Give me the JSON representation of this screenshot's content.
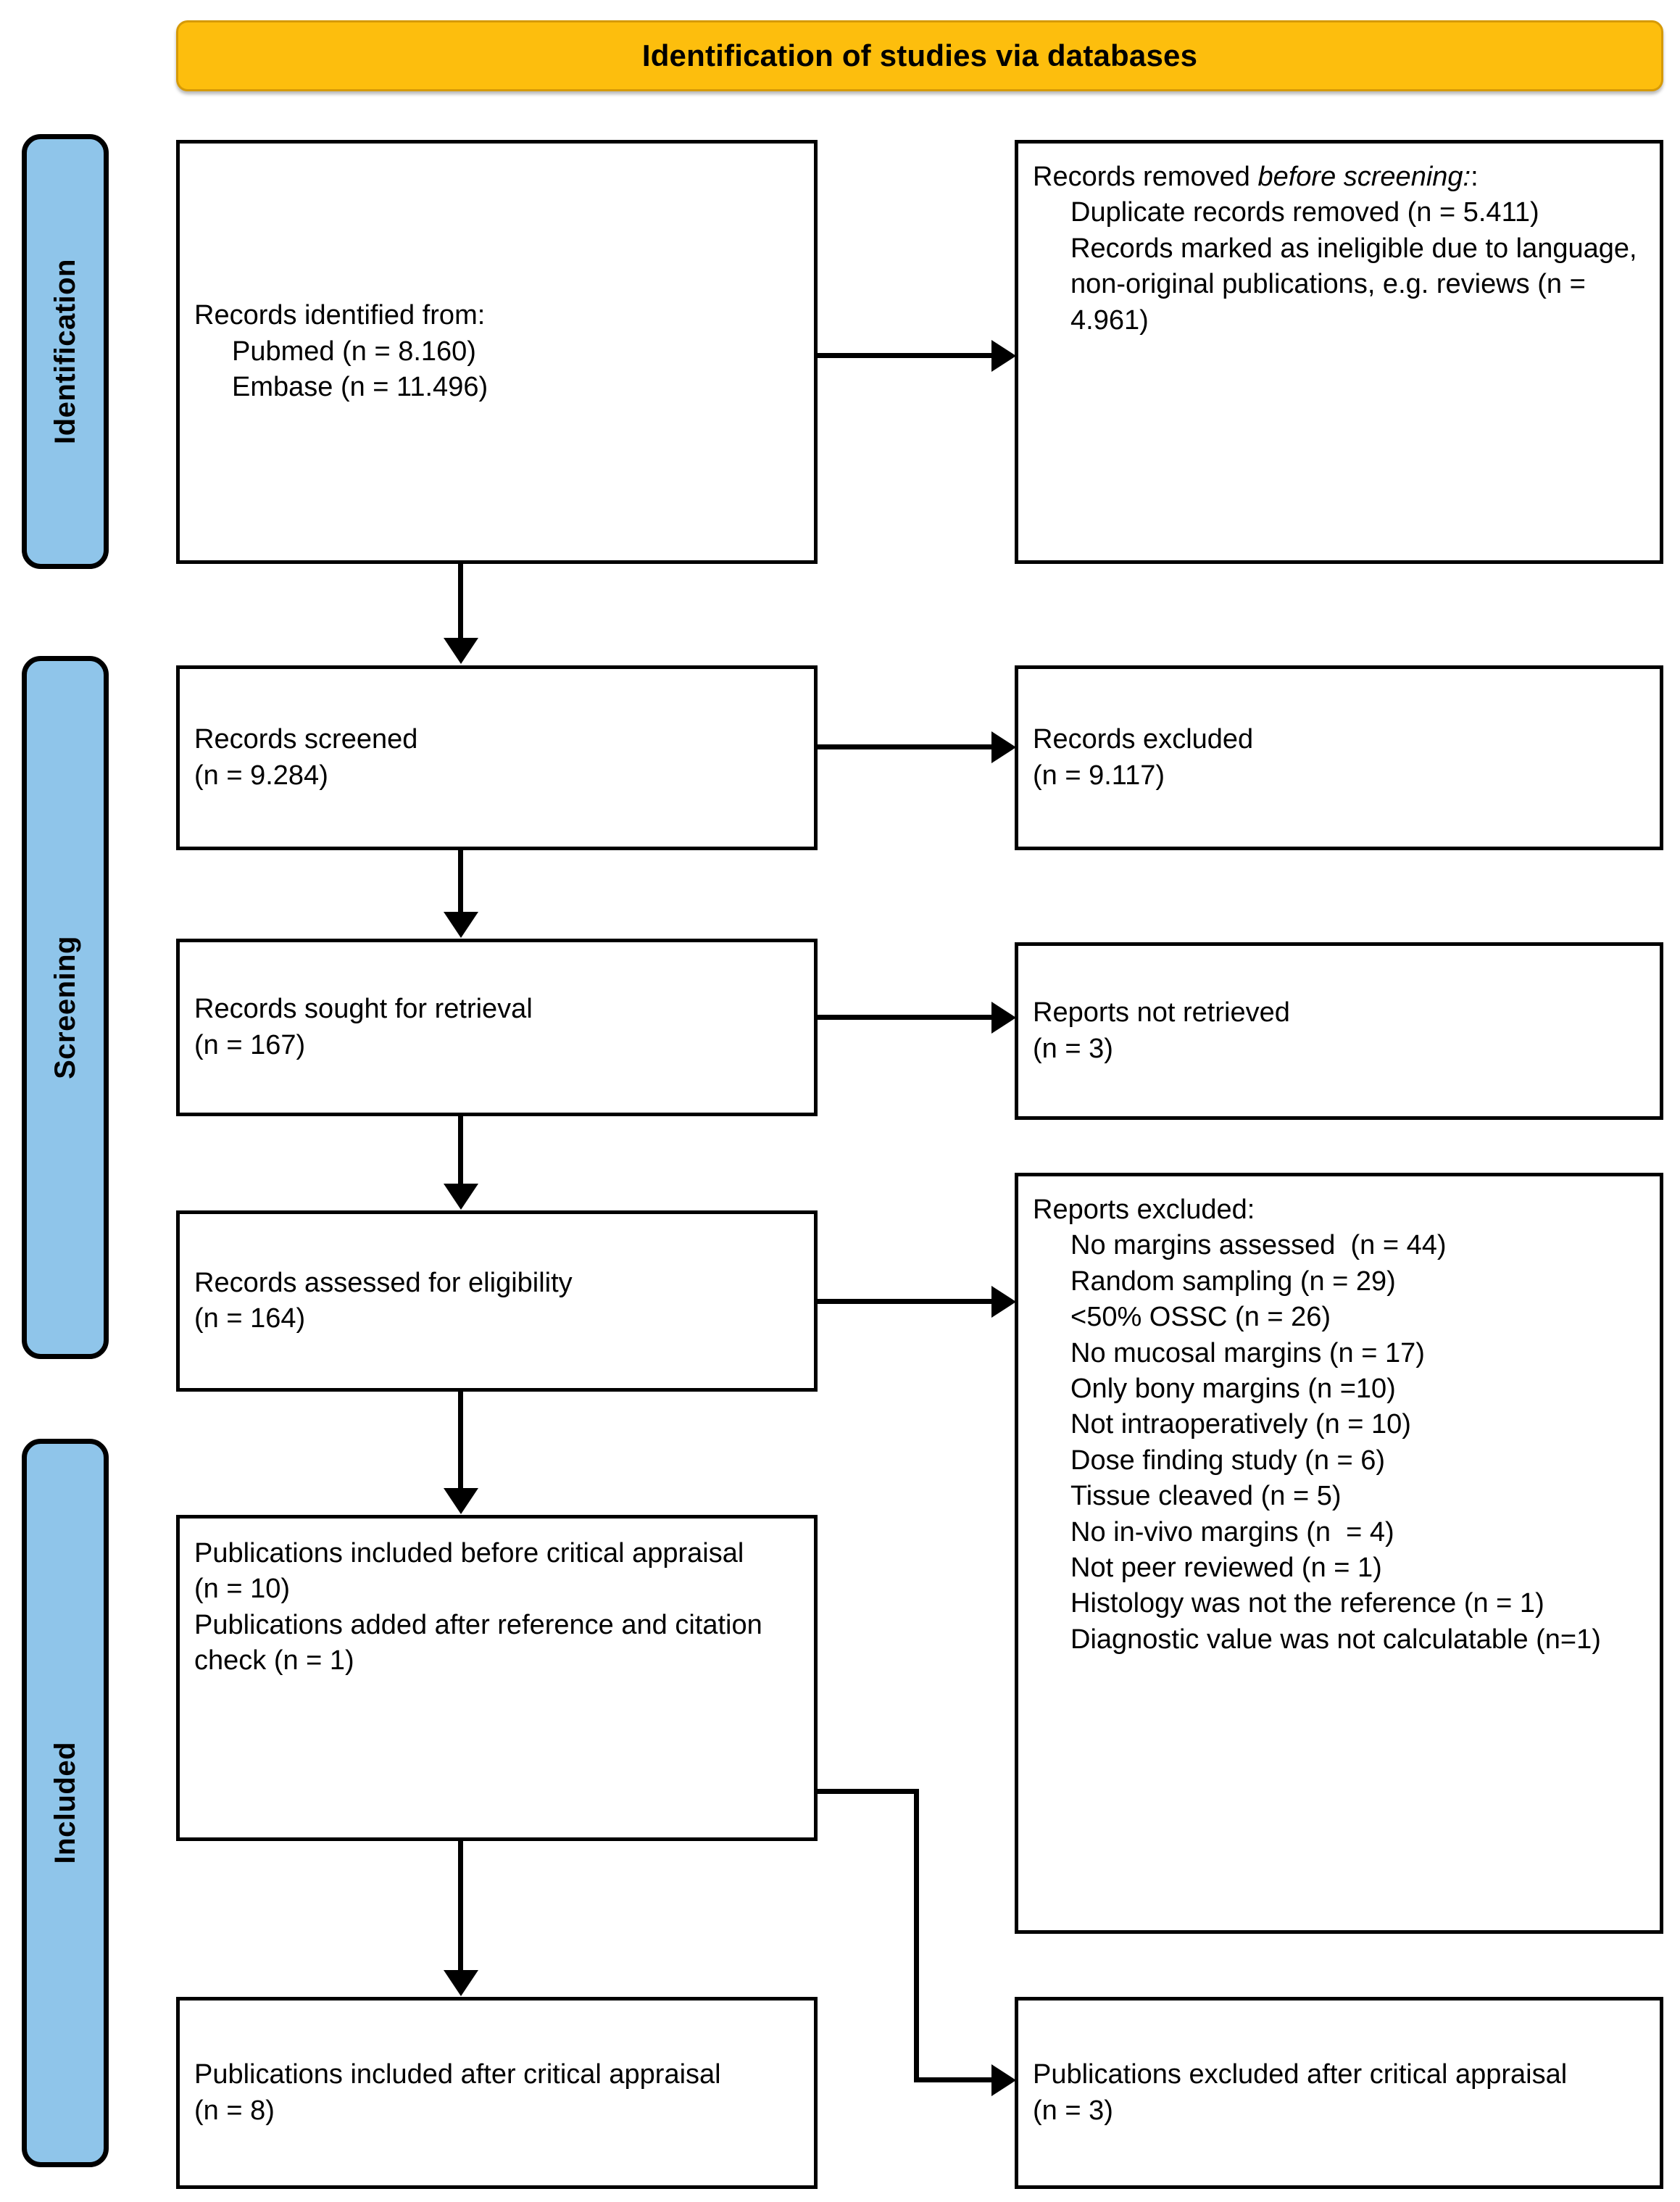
{
  "banner": {
    "title": "Identification of studies via databases"
  },
  "stages": [
    {
      "label": "Identification"
    },
    {
      "label": "Screening"
    },
    {
      "label": "Included"
    }
  ],
  "boxes": {
    "records_identified": {
      "line1": "Records identified from:",
      "line2": "Pubmed (n = 8.160)",
      "line3": "Embase (n = 11.496)"
    },
    "records_removed": {
      "head_plain": "Records removed ",
      "head_italic": "before screening:",
      "head_tail": ":",
      "items": [
        "Duplicate records removed (n = 5.411)",
        "Records marked as ineligible due to language, non-original publications, e.g. reviews (n = 4.961)"
      ]
    },
    "records_screened": {
      "line1": "Records screened",
      "line2": "(n = 9.284)"
    },
    "records_excluded": {
      "line1": "Records excluded",
      "line2": "(n = 9.117)"
    },
    "records_sought": {
      "line1": "Records sought for retrieval",
      "line2": "(n = 167)"
    },
    "reports_not_retrieved": {
      "line1": "Reports not retrieved",
      "line2": "(n = 3)"
    },
    "records_assessed": {
      "line1": "Records assessed for eligibility",
      "line2": "(n = 164)"
    },
    "reports_excluded": {
      "heading": "Reports excluded:",
      "items": [
        "No margins assessed  (n = 44)",
        "Random sampling (n = 29)",
        "<50% OSSC (n = 26)",
        "No mucosal margins (n = 17)",
        "Only bony margins (n =10)",
        "Not intraoperatively (n = 10)",
        "Dose finding study (n = 6)",
        "Tissue cleaved (n = 5)",
        "No in-vivo margins (n  = 4)",
        "Not peer reviewed (n = 1)",
        "Histology was not the reference (n = 1)",
        "Diagnostic value was not calculatable (n=1)"
      ]
    },
    "publications_included_before": {
      "line1": "Publications included before critical appraisal",
      "line2": "(n = 10)",
      "line3": "Publications added after reference and citation check (n = 1)"
    },
    "publications_included_after": {
      "line1": "Publications included after critical appraisal",
      "line2": "(n = 8)"
    },
    "publications_excluded_after": {
      "line1": "Publications excluded after critical appraisal",
      "line2": "(n = 3)"
    }
  },
  "colors": {
    "banner_fill": "#FDBE0D",
    "banner_border": "#D69A07",
    "stage_fill": "#8FC5EA",
    "box_border": "#000000",
    "box_fill": "#FFFFFF"
  }
}
